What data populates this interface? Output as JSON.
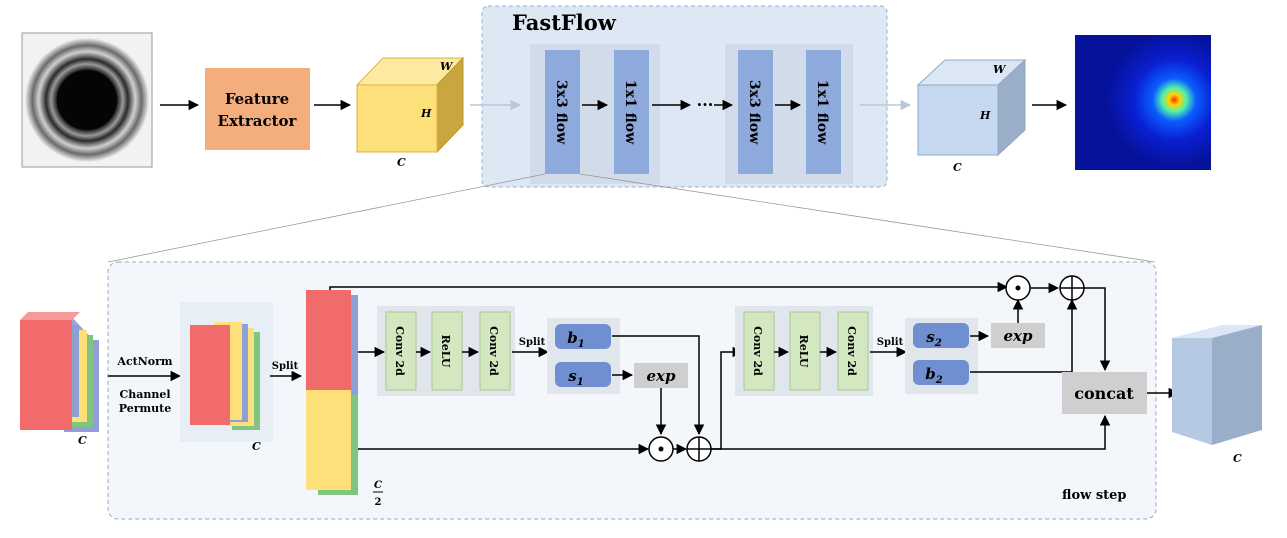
{
  "fastflow": {
    "title": "FastFlow",
    "flows": [
      "3x3 flow",
      "1x1 flow",
      "3x3 flow",
      "1x1 flow"
    ],
    "ellipsis": "···"
  },
  "pipeline": {
    "feature_extractor": [
      "Feature",
      "Extractor"
    ],
    "input_cube": {
      "w": "W",
      "h": "H",
      "c": "C"
    },
    "output_cube": {
      "w": "W",
      "h": "H",
      "c": "C"
    }
  },
  "flow_step": {
    "label": "flow step",
    "actnorm": "ActNorm",
    "permute": [
      "Channel",
      "Permute"
    ],
    "split": "Split",
    "block1": [
      "Conv 2d",
      "ReLU",
      "Conv 2d"
    ],
    "block2": [
      "Conv 2d",
      "ReLU",
      "Conv 2d"
    ],
    "b1": "b",
    "b1_sub": "1",
    "s1": "s",
    "s1_sub": "1",
    "s2": "s",
    "s2_sub": "2",
    "b2": "b",
    "b2_sub": "2",
    "exp": "exp",
    "concat": "concat",
    "c": "C",
    "half_num": "C",
    "half_den": "2"
  },
  "colors": {
    "orange": "#f4ad7d",
    "yellow": "#fde07a",
    "light_blue": "#c5d8ef",
    "flow_blue": "#8ea9db",
    "green_box": "#d3e8c0",
    "red": "#f26b6b",
    "green": "#7fc47f"
  }
}
